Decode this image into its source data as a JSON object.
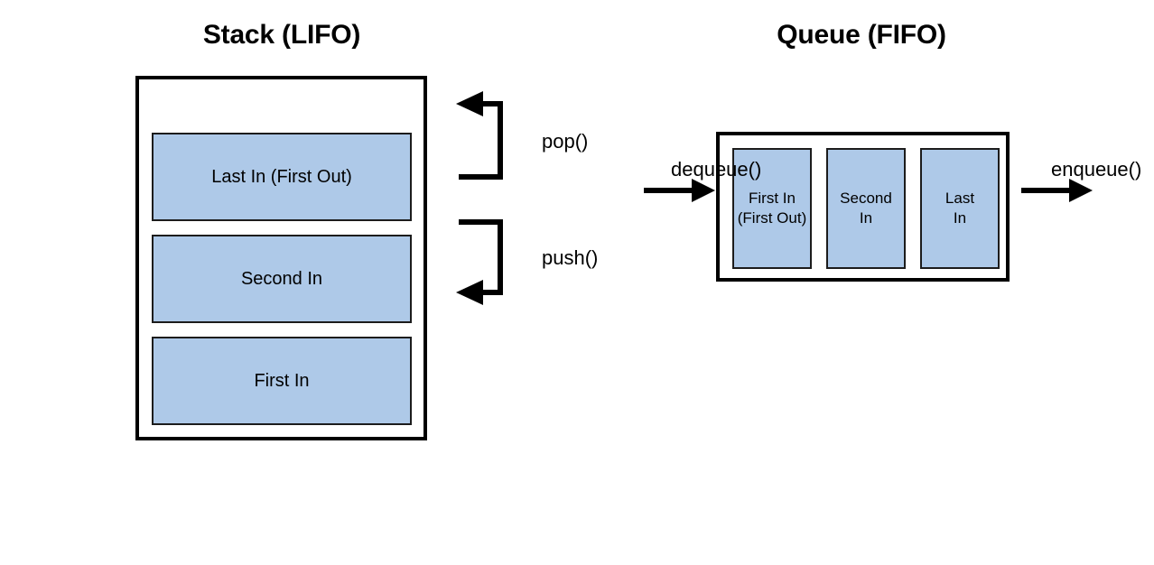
{
  "diagram": {
    "title_stack": "Stack (LIFO)",
    "title_queue": "Queue (FIFO)",
    "colors": {
      "item_fill": "#aec9e8",
      "item_stroke": "#1c1c1c",
      "container_stroke": "#000000",
      "arrow": "#000000",
      "text": "#000000",
      "background": "#ffffff"
    }
  },
  "stack": {
    "title": "Stack (LIFO)",
    "items": [
      {
        "label": "Last In (First Out)"
      },
      {
        "label": "Second In"
      },
      {
        "label": "First In"
      }
    ],
    "operations": [
      {
        "name": "pop",
        "label": "pop()",
        "direction": "out-of-top"
      },
      {
        "name": "push",
        "label": "push()",
        "direction": "into-top"
      }
    ]
  },
  "queue": {
    "title": "Queue (FIFO)",
    "items": [
      {
        "line1": "First In",
        "line2": "(First Out)"
      },
      {
        "line1": "Second",
        "line2": "In"
      },
      {
        "line1": "Last",
        "line2": "In"
      }
    ],
    "operations": [
      {
        "name": "dequeue",
        "label": "dequeue()",
        "direction": "right"
      },
      {
        "name": "enqueue",
        "label": "enqueue()",
        "direction": "right"
      }
    ]
  }
}
